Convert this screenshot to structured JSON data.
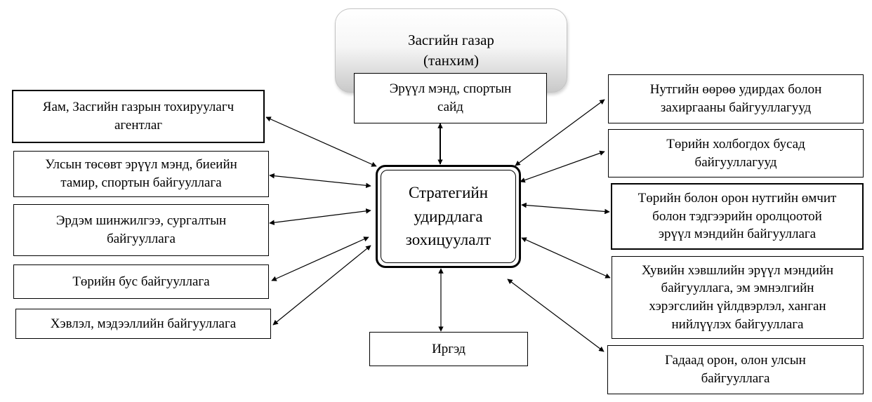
{
  "government": {
    "line1": "Засгийн газар",
    "line2": "(танхим)"
  },
  "center": {
    "line1": "Стратегийн",
    "line2": "удирдлага",
    "line3": "зохицуулалт"
  },
  "top_box": {
    "line1": "Эрүүл мэнд, спортын",
    "line2": "сайд"
  },
  "bottom_box": {
    "label": "Иргэд"
  },
  "left_boxes": [
    {
      "line1": "Яам, Засгийн газрын тохируулагч",
      "line2": "агентлаг"
    },
    {
      "line1": "Улсын төсөвт эрүүл мэнд, биеийн",
      "line2": "тамир, спортын байгууллага"
    },
    {
      "line1": "Эрдэм шинжилгээ, сургалтын",
      "line2": "байгууллага"
    },
    {
      "line1": "Төрийн бус байгууллага"
    },
    {
      "line1": "Хэвлэл, мэдээллийн байгууллага"
    }
  ],
  "right_boxes": [
    {
      "line1": "Нутгийн өөрөө удирдах болон",
      "line2": "захиргааны байгууллагууд"
    },
    {
      "line1": "Төрийн холбогдох бусад",
      "line2": "байгууллагууд"
    },
    {
      "line1": "Төрийн болон орон нутгийн өмчит",
      "line2": "болон тэдгээрийн оролцоотой",
      "line3": "эрүүл мэндийн байгууллага"
    },
    {
      "line1": "Хувийн хэвшлийн эрүүл мэндийн",
      "line2": "байгууллага, эм эмнэлгийн",
      "line3": "хэрэгслийн үйлдвэрлэл, ханган",
      "line4": "нийлүүлэх байгууллага"
    },
    {
      "line1": "Гадаад орон, олон улсын",
      "line2": "байгууллага"
    }
  ]
}
